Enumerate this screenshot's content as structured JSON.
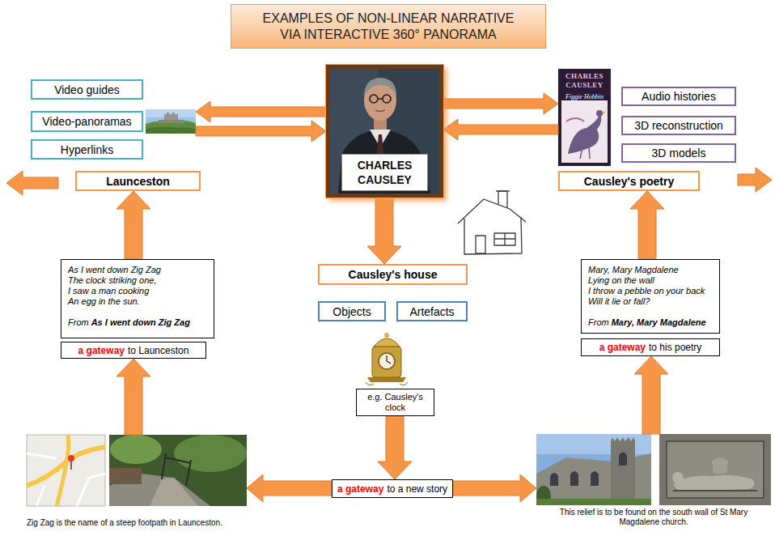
{
  "diagram": {
    "title": "EXAMPLES OF NON-LINEAR NARRATIVE VIA INTERACTIVE 360° PANORAMA",
    "nodes": [
      {
        "text": [
          "Video guides"
        ]
      },
      {
        "text": [
          "Video-panoramas"
        ]
      },
      {
        "text": [
          "Hyperlinks"
        ]
      },
      {
        "text": [
          "Launceston"
        ]
      },
      {
        "text": [
          "CHARLES CAUSLEY"
        ]
      },
      {
        "text": [
          "CHARLES CAUSLEY",
          "Figgie Hobbin"
        ]
      },
      {
        "text": [
          "Audio histories"
        ]
      },
      {
        "text": [
          "3D reconstruction"
        ]
      },
      {
        "text": [
          "3D models"
        ]
      },
      {
        "text": [
          "Causley's poetry"
        ]
      },
      {
        "text": [
          "Causley's house"
        ]
      },
      {
        "text": [
          "Objects"
        ]
      },
      {
        "text": [
          "Artefacts"
        ]
      },
      {
        "text": [
          "As I went down Zig Zag The clock striking one, I saw a man cooking An egg in the sun.",
          "From",
          "As I went down Zig Zag"
        ]
      },
      {
        "text": [
          "a gateway",
          "to Launceston"
        ]
      },
      {
        "text": [
          "Mary, Mary Magdalene Lying on the wall I throw a pebble on your back Will it lie or fall?",
          "From",
          "Mary, Mary Magdalene"
        ]
      },
      {
        "text": [
          "a gateway",
          "to his poetry"
        ]
      },
      {
        "text": [
          "e.g. Causley's clock"
        ]
      },
      {
        "text": [
          "a gateway",
          "to a new story"
        ]
      },
      {
        "text": [
          "Zig Zag is the name of a steep footpath in Launceston."
        ]
      },
      {
        "text": [
          "This relief is to be found on the south wall of St Mary Magdalene church."
        ]
      }
    ],
    "edges": [
      {
        "from": 4,
        "to": 1,
        "arrow": "to"
      },
      {
        "from": 1,
        "to": 4,
        "arrow": "to"
      },
      {
        "from": 4,
        "to": 5,
        "arrow": "to"
      },
      {
        "from": 5,
        "to": 4,
        "arrow": "to"
      },
      {
        "from": 4,
        "to": 10,
        "arrow": "to"
      },
      {
        "from": 17,
        "to": 18,
        "arrow": "to"
      },
      {
        "from": 18,
        "to": 19,
        "arrow": "to"
      },
      {
        "from": 18,
        "to": 20,
        "arrow": "to"
      },
      {
        "from": 19,
        "to": 14,
        "arrow": "to"
      },
      {
        "from": 13,
        "to": 3,
        "arrow": "to"
      },
      {
        "from": 20,
        "to": 16,
        "arrow": "to"
      },
      {
        "from": 15,
        "to": 9,
        "arrow": "to"
      }
    ]
  }
}
